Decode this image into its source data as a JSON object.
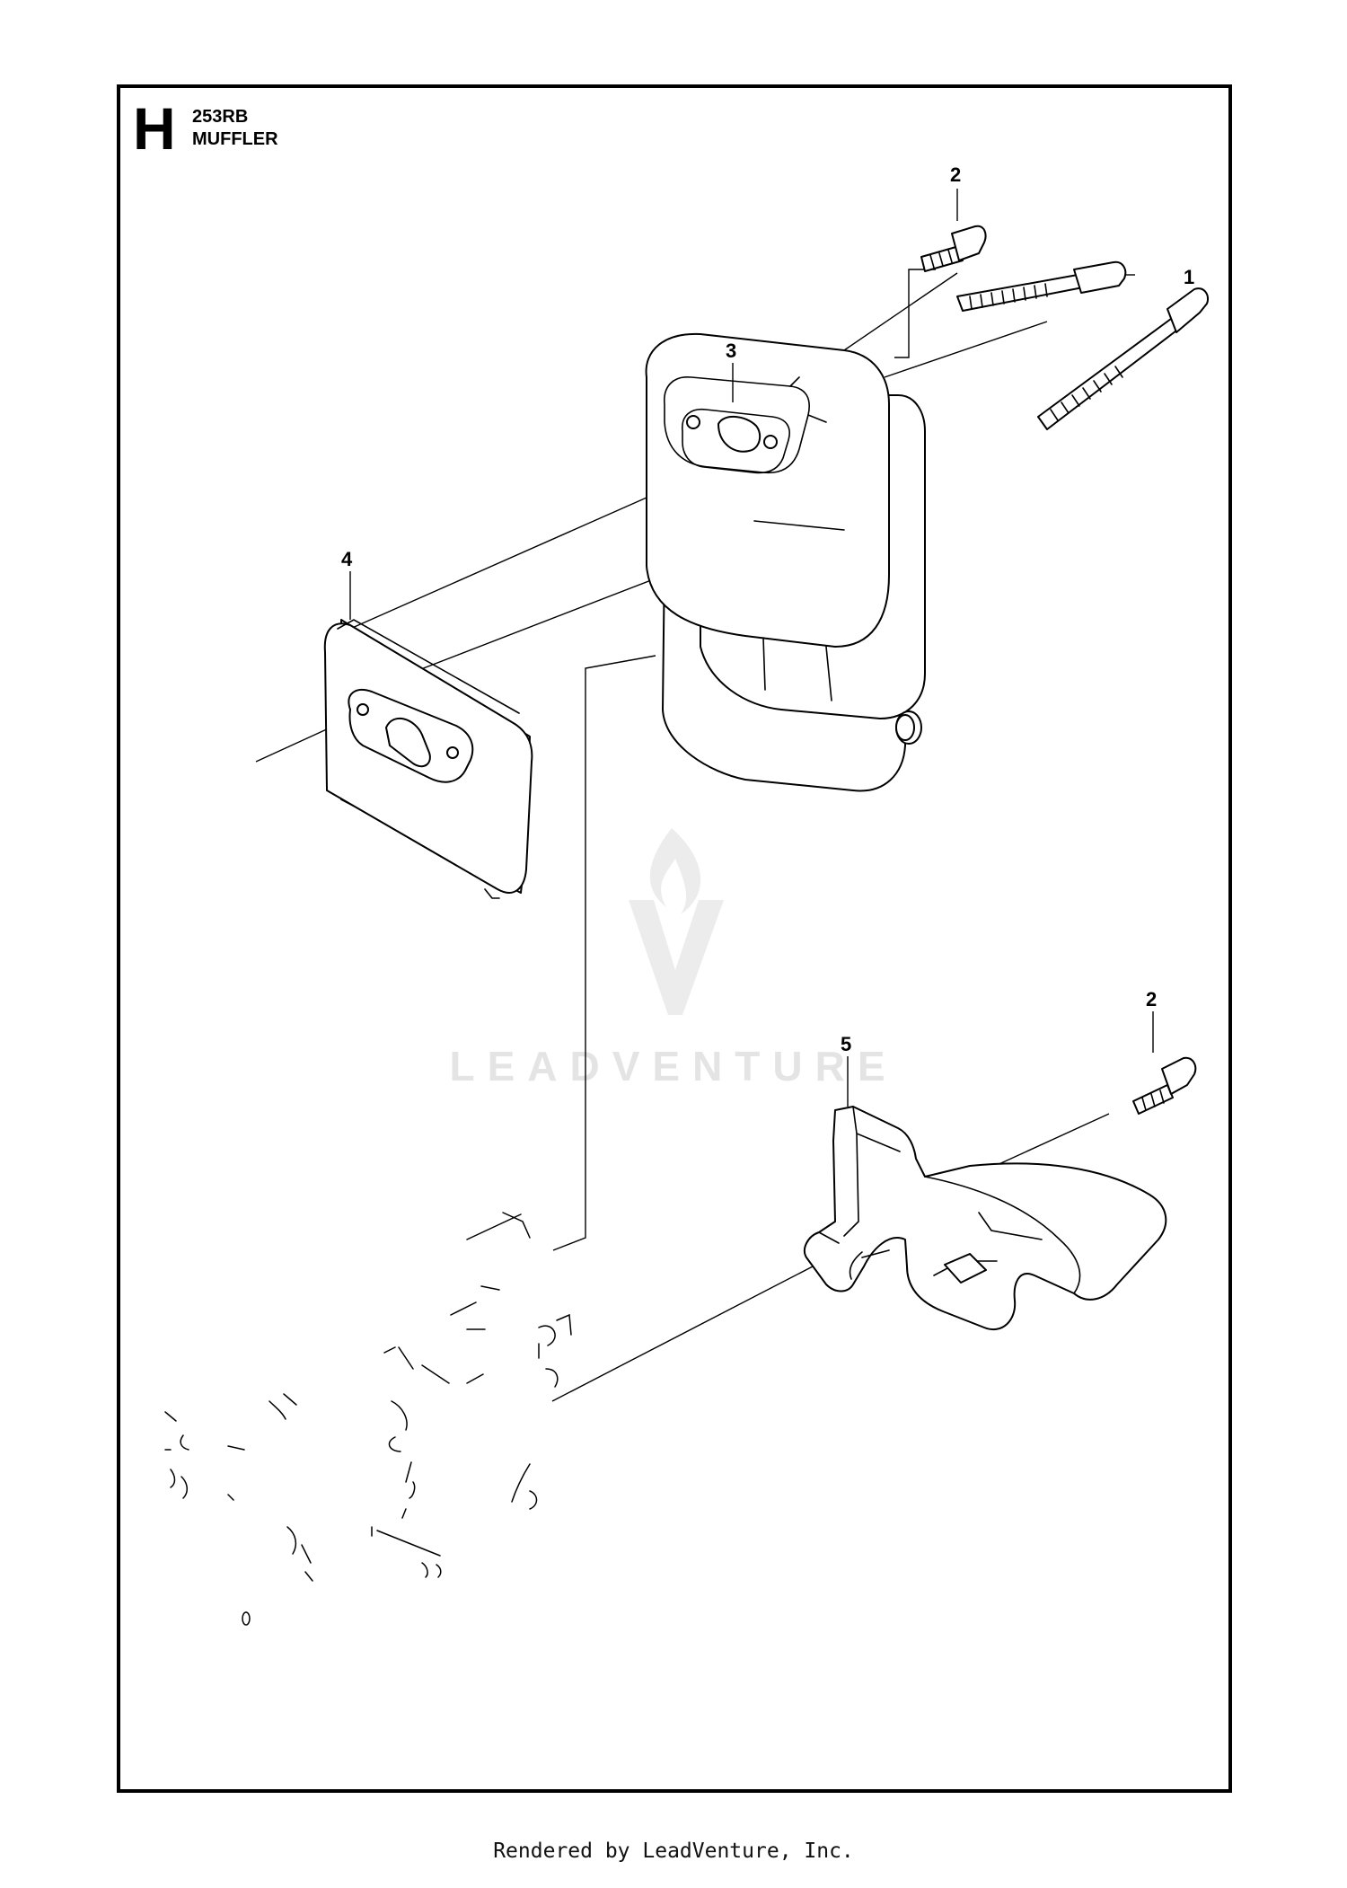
{
  "header": {
    "section_letter": "H",
    "model": "253RB",
    "title": "MUFFLER"
  },
  "callouts": [
    {
      "id": "bolt-long",
      "label": "1"
    },
    {
      "id": "screw-top",
      "label": "2"
    },
    {
      "id": "muffler",
      "label": "3"
    },
    {
      "id": "gasket",
      "label": "4"
    },
    {
      "id": "heat-shield",
      "label": "5"
    },
    {
      "id": "screw-bottom",
      "label": "2"
    }
  ],
  "watermark": {
    "text": "LEADVENTURE",
    "icon": "flame-v-logo-icon"
  },
  "footer": {
    "text": "Rendered by LeadVenture, Inc."
  }
}
